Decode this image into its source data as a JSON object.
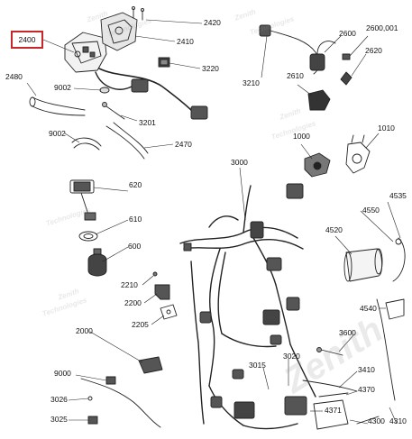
{
  "highlight_color": "#c62828",
  "line_color": "#222222",
  "highlighted_label": "2400",
  "callouts": [
    "2420",
    "2410",
    "3220",
    "2480",
    "9002",
    "3201",
    "2470",
    "9002",
    "2600",
    "2600,001",
    "2620",
    "3210",
    "2610",
    "1000",
    "1010",
    "3000",
    "620",
    "610",
    "600",
    "4535",
    "4550",
    "4520",
    "2210",
    "2200",
    "2205",
    "4540",
    "2000",
    "3600",
    "3020",
    "3015",
    "3410",
    "9000",
    "4370",
    "3026",
    "4371",
    "3025",
    "4300",
    "4310"
  ],
  "watermark": {
    "small_line1": "Zenith",
    "small_line2": "Technologies",
    "large": "Zenith"
  }
}
